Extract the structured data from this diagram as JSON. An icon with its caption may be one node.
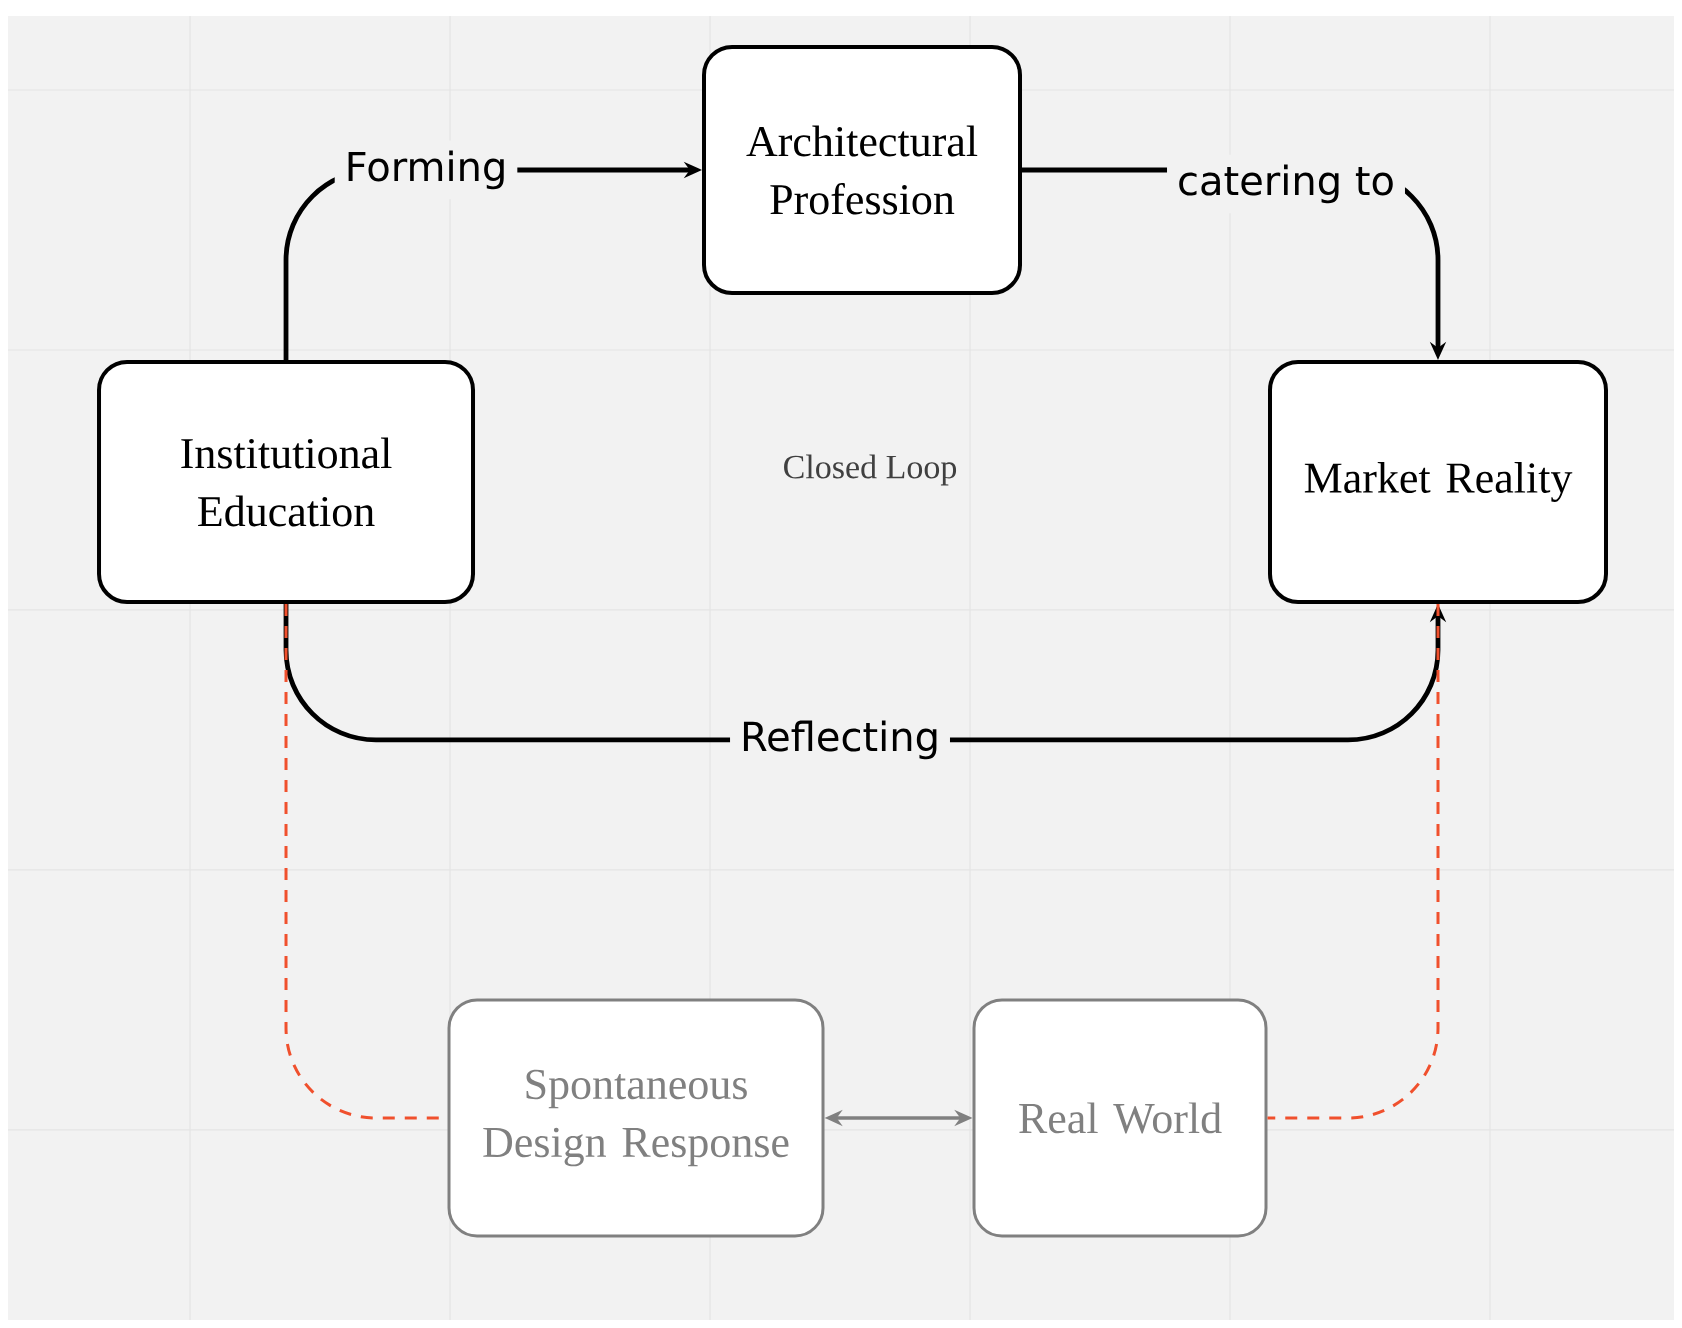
{
  "diagram": {
    "nodes": [
      {
        "text": [
          "Architectural Profession"
        ]
      },
      {
        "text": [
          "Institutional Education"
        ]
      },
      {
        "text": [
          "Market Reality"
        ]
      },
      {
        "text": [
          "Spontaneous Design Response"
        ]
      },
      {
        "text": [
          "Real World"
        ]
      }
    ],
    "edges": [
      {
        "from": 1,
        "to": 0,
        "arrow": "to",
        "label": "Forming"
      },
      {
        "from": 0,
        "to": 2,
        "arrow": "to",
        "label": "catering to"
      },
      {
        "from": 1,
        "to": 2,
        "arrow": "to",
        "label": "Reflecting"
      },
      {
        "from": 1,
        "to": 3,
        "arrow": "none",
        "style": "dashed",
        "color": "#f0502d"
      },
      {
        "from": 4,
        "to": 2,
        "arrow": "none",
        "style": "dashed",
        "color": "#f0502d"
      },
      {
        "from": 3,
        "to": 4,
        "arrow": "both",
        "color": "#808080"
      }
    ],
    "labels": [
      "Closed Loop"
    ]
  }
}
